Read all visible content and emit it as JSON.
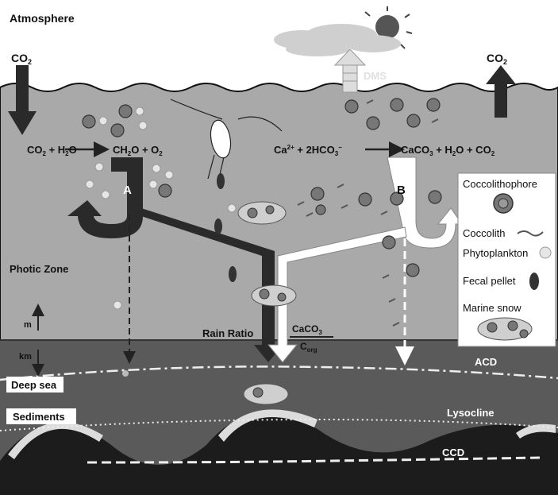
{
  "labels": {
    "atmosphere": "Atmosphere",
    "co2_left": "CO",
    "co2_left_sub": "2",
    "co2_right": "CO",
    "co2_right_sub": "2",
    "dms": "DMS",
    "photic_zone": "Photic Zone",
    "m": "m",
    "km": "km",
    "deep_sea": "Deep sea",
    "sediments": "Sediments",
    "acd": "ACD",
    "lysocline": "Lysocline",
    "ccd": "CCD",
    "rain_ratio": "Rain Ratio",
    "ratio_numerator": "CaCO",
    "ratio_numerator_sub": "3",
    "ratio_denominator": "C",
    "ratio_denominator_sub": "org",
    "pump_a": "A",
    "pump_b": "B"
  },
  "equations": {
    "left": {
      "r1": "CO",
      "r1_sub": "2",
      "plus1": " + H",
      "r2_sub": "2",
      "r2_end": "O",
      "p1": "CH",
      "p1_sub": "2",
      "p1_end": "O + O",
      "p2_sub": "2"
    },
    "right": {
      "r1": "Ca",
      "r1_sup": "2+",
      "plus1": " + 2HCO",
      "r2_sub": "3",
      "r2_sup": "−",
      "p1": "CaCO",
      "p1_sub": "3",
      "p1_end": " + H",
      "p2_sub": "2",
      "p2_end": "O + CO",
      "p3_sub": "2"
    }
  },
  "legend": {
    "items": [
      {
        "label": "Coccolithophore",
        "icon": "coccolithophore-icon"
      },
      {
        "label": "Coccolith",
        "icon": "coccolith-icon"
      },
      {
        "label": "Phytoplankton",
        "icon": "phytoplankton-icon"
      },
      {
        "label": "Fecal pellet",
        "icon": "fecal-pellet-icon"
      },
      {
        "label": "Marine snow",
        "icon": "marine-snow-icon"
      }
    ]
  },
  "colors": {
    "atmosphere": "#ffffff",
    "photic": "#a9a9a9",
    "deep_sea": "#5a5a5a",
    "sediment": "#1c1c1c",
    "pump_a": "#2a2a2a",
    "pump_b": "#ffffff",
    "dms_arrow": "#c8c8c8"
  }
}
